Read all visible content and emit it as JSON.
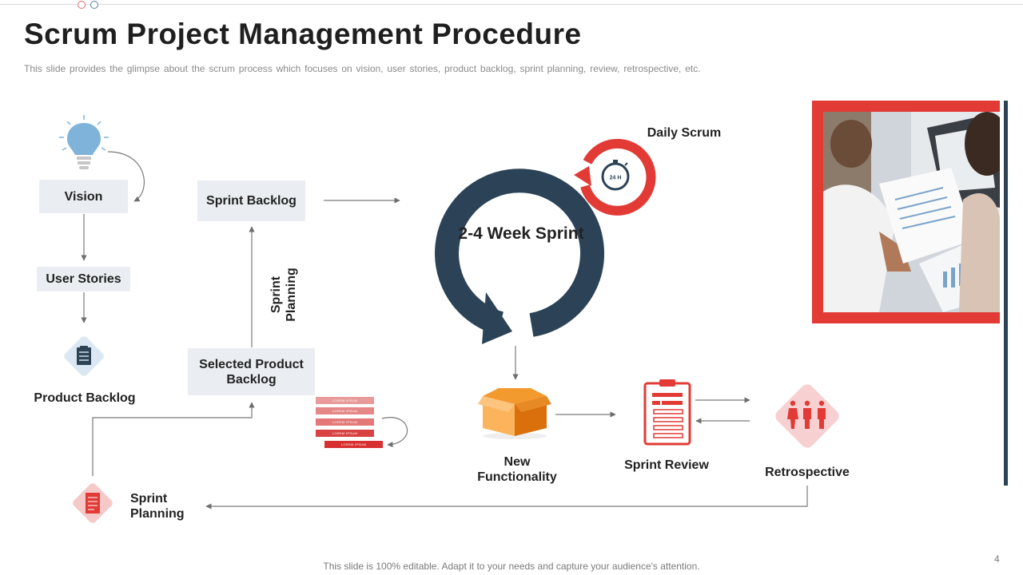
{
  "slide": {
    "title": "Scrum Project Management Procedure",
    "subtitle": "This slide provides  the glimpse about the scrum process which focuses on vision,  user stories, product backlog, sprint planning, review,  retrospective,  etc.",
    "footer": "This slide is 100% editable. Adapt it to your needs and capture your audience's attention.",
    "page_number": "4"
  },
  "flow": {
    "vision": "Vision",
    "user_stories": "User Stories",
    "product_backlog": "Product Backlog",
    "sprint_planning_bottom": "Sprint Planning",
    "selected_product_backlog": "Selected Product Backlog",
    "sprint_planning_vertical": "Sprint Planning",
    "sprint_backlog": "Sprint Backlog",
    "sprint_cycle": "2-4 Week Sprint",
    "daily_scrum": "Daily Scrum",
    "timer_label": "24 H",
    "new_functionality": "New Functionality",
    "sprint_review": "Sprint Review",
    "retrospective": "Retrospective"
  },
  "backlog_stack": {
    "items": [
      "LOREM IPSUM",
      "LOREM IPSUM",
      "LOREM IPSUM",
      "LOREM IPSUM",
      "LOREM IPSUM"
    ]
  },
  "colors": {
    "navy": "#2c4357",
    "red": "#e23b36",
    "pink": "#f7d1d1",
    "box_fill": "#eaeef2",
    "orange": "#f29a2e",
    "bulb_blue": "#7fb3d9"
  },
  "icons": {
    "vision": "lightbulb-icon",
    "product_backlog": "clipboard-icon",
    "sprint_planning": "document-icon",
    "daily_scrum": "stopwatch-icon",
    "new_functionality": "box-icon",
    "sprint_review": "clipboard-list-icon",
    "retrospective": "team-icon"
  }
}
